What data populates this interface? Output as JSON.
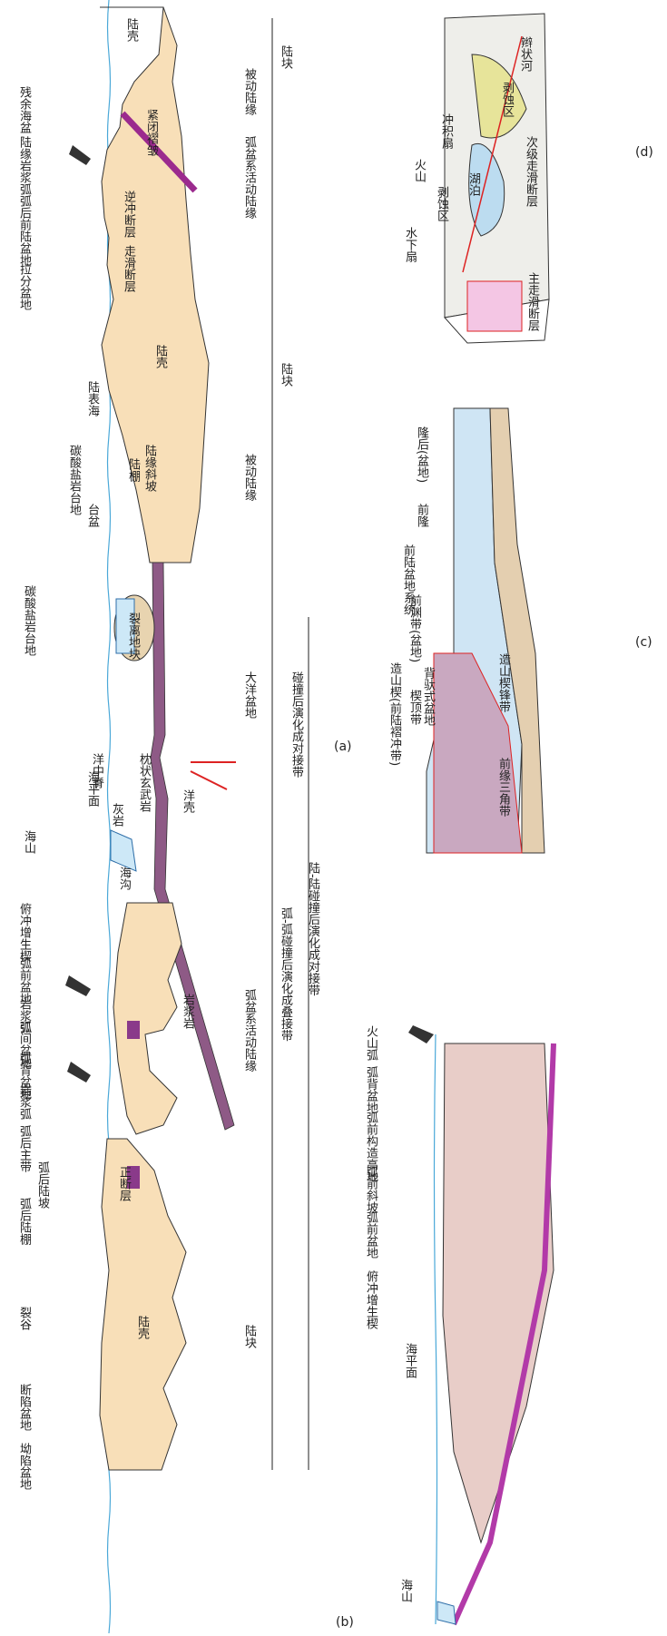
{
  "panel_a": {
    "caption": "(a)",
    "left_side_labels": [
      "残余海盆",
      "陆缘岩浆弧",
      "弧后前陆盆地",
      "拉分盆地",
      "陆表海",
      "碳酸盐岩台地",
      "台盆",
      "碳酸盐岩台地",
      "海山",
      "海沟",
      "俯冲增生楔",
      "弧前盆地",
      "岩浆弧",
      "弧间盆地",
      "弧背盆地",
      "岩浆弧",
      "弧后主带",
      "弧后陆坡",
      "弧后陆棚",
      "裂谷",
      "断陷盆地",
      "坳陷盆地"
    ],
    "inner_labels": [
      "陆壳",
      "紧闭褶皱",
      "逆冲断层",
      "走滑断层",
      "陆壳",
      "陆棚",
      "陆缘斜坡",
      "裂离地块",
      "海平面",
      "洋中脊",
      "枕状玄武岩",
      "灰岩",
      "洋壳",
      "岩浆岩",
      "正断层",
      "陆壳"
    ],
    "zones": [
      "陆块",
      "被动陆缘",
      "弧盆系活动陆缘",
      "陆块",
      "被动陆缘",
      "大洋盆地",
      "弧盆系活动陆缘",
      "陆块"
    ],
    "evolution_labels": [
      "碰撞后演化成对接带",
      "陆-陆碰撞后演化成对接带",
      "弧-弧碰撞后演化成叠接带"
    ]
  },
  "panel_b": {
    "caption": "(b)",
    "labels": [
      "火山弧",
      "弧背盆地",
      "弧前构造高地",
      "弧前斜坡",
      "弧前盆地",
      "俯冲增生楔",
      "海平面",
      "海山"
    ]
  },
  "panel_c": {
    "caption": "(c)",
    "labels": [
      "造山楔(前陆褶冲带)",
      "楔顶带",
      "背驮式盆地",
      "前渊带(盆地)",
      "前陆盆地系统",
      "前隆",
      "隆后(盆地)",
      "前缘三角带",
      "造山楔锋带"
    ]
  },
  "panel_d": {
    "caption": "(d)",
    "labels": [
      "冲积扇",
      "剥蚀区",
      "辫状河",
      "次级走滑断层",
      "火山",
      "剥蚀区",
      "湖泊",
      "水下扇",
      "主走滑断层"
    ]
  }
}
